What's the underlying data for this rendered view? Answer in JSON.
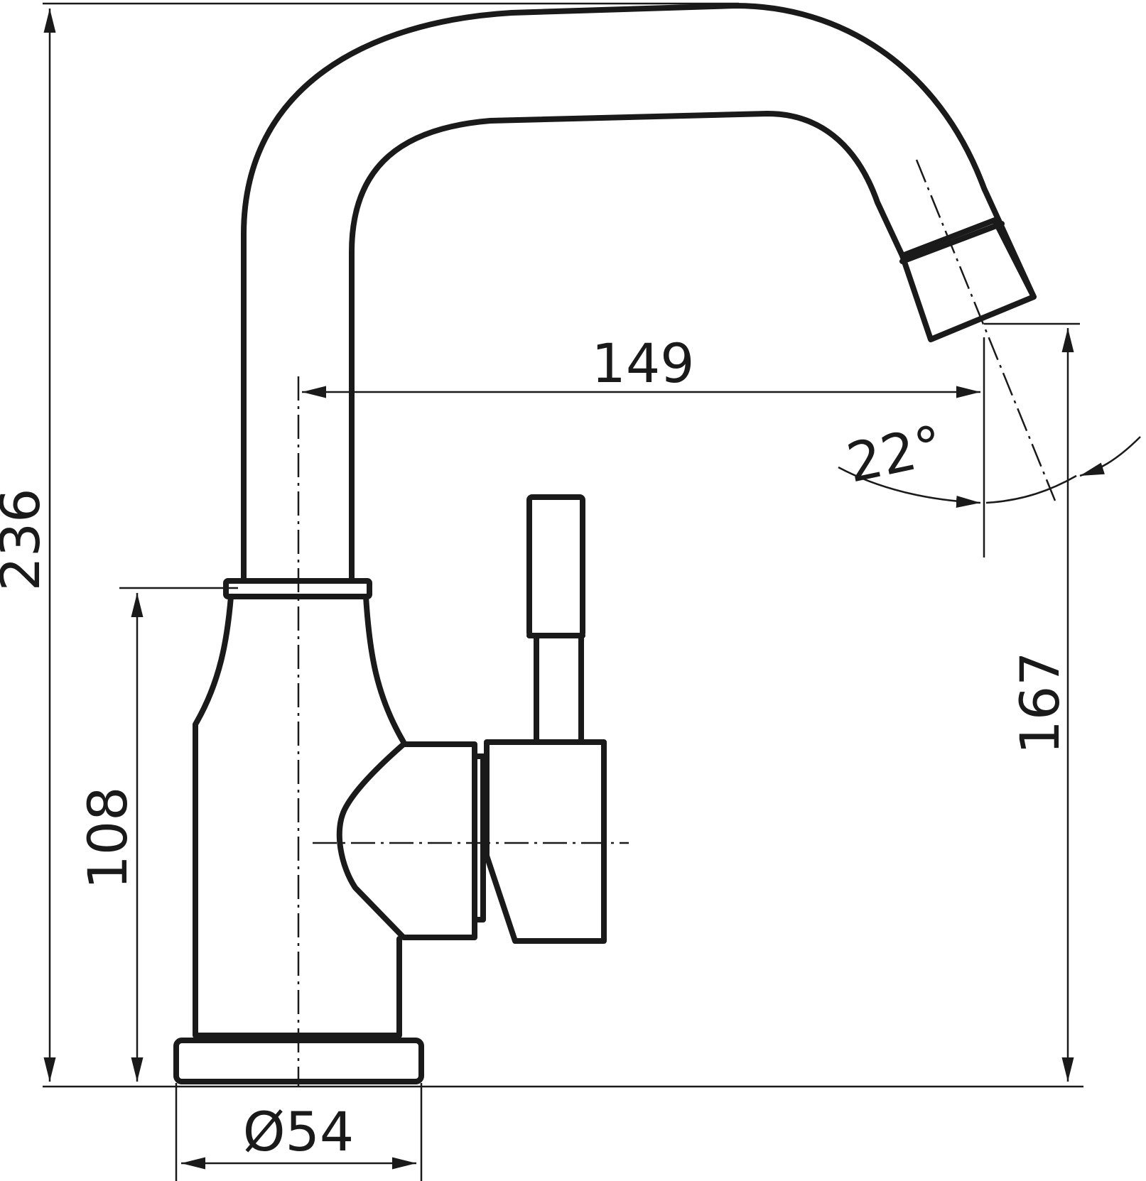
{
  "dimensions": {
    "total_height": "236",
    "body_height": "108",
    "spout_reach": "149",
    "outlet_height": "167",
    "base_diameter": "Ø54",
    "outlet_angle": "22°"
  },
  "colors": {
    "line": "#1a1a1a",
    "background": "#ffffff"
  }
}
